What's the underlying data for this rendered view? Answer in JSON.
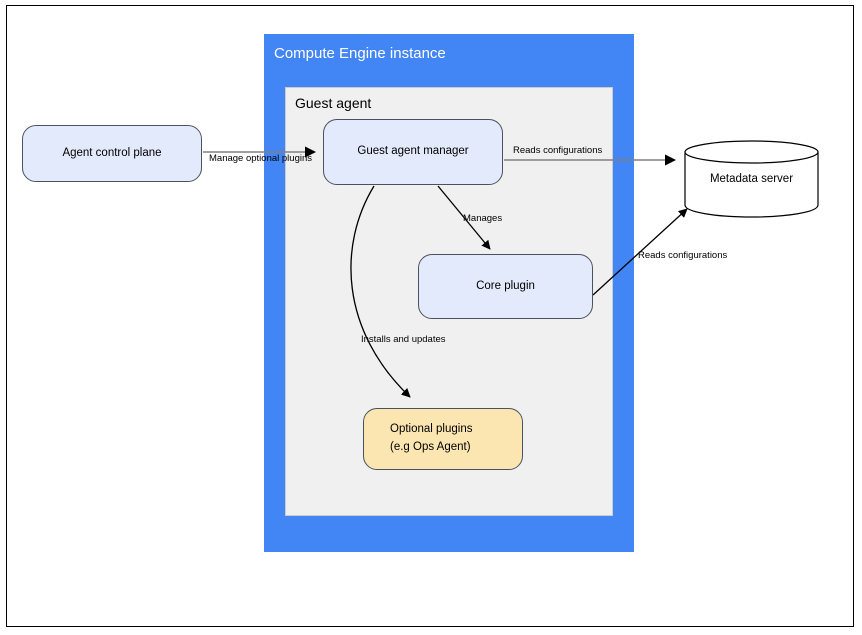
{
  "diagram": {
    "title_semantic": "google-guest-agent-architecture",
    "containers": {
      "compute_engine_instance": {
        "label": "Compute Engine instance",
        "color": "#4285f4"
      },
      "guest_agent": {
        "label": "Guest agent",
        "color": "#f0f0f0"
      }
    },
    "nodes": {
      "agent_control_plane": {
        "label": "Agent control plane",
        "shape": "rounded-rect",
        "fill": "#e3eafb",
        "stroke": "#4a5260"
      },
      "guest_agent_manager": {
        "label": "Guest agent manager",
        "shape": "rounded-rect",
        "fill": "#e3eafb",
        "stroke": "#4a5260"
      },
      "core_plugin": {
        "label": "Core plugin",
        "shape": "rounded-rect",
        "fill": "#e3eafb",
        "stroke": "#4a5260"
      },
      "optional_plugins": {
        "label_line1": "Optional plugins",
        "label_line2": "(e.g  Ops Agent)",
        "shape": "rounded-rect",
        "fill": "#fbe6b2",
        "stroke": "#4a5260"
      },
      "metadata_server": {
        "label": "Metadata server",
        "shape": "cylinder",
        "fill": "#ffffff",
        "stroke": "#000000"
      }
    },
    "edges": [
      {
        "id": "manage-optional-plugins",
        "label": "Manage optional plugins",
        "from": "agent_control_plane",
        "to": "guest_agent_manager",
        "style": "straight",
        "color": "#666666"
      },
      {
        "id": "reads-configurations-1",
        "label": "Reads configurations",
        "from": "guest_agent_manager",
        "to": "metadata_server",
        "style": "straight",
        "color": "#666666"
      },
      {
        "id": "manages",
        "label": "Manages",
        "from": "guest_agent_manager",
        "to": "core_plugin",
        "style": "straight",
        "color": "#000000"
      },
      {
        "id": "reads-configurations-2",
        "label": "Reads configurations",
        "from": "core_plugin",
        "to": "metadata_server",
        "style": "straight",
        "color": "#000000"
      },
      {
        "id": "installs-and-updates",
        "label": "Installs and updates",
        "from": "guest_agent_manager",
        "to": "optional_plugins",
        "style": "curved",
        "color": "#000000"
      }
    ]
  }
}
